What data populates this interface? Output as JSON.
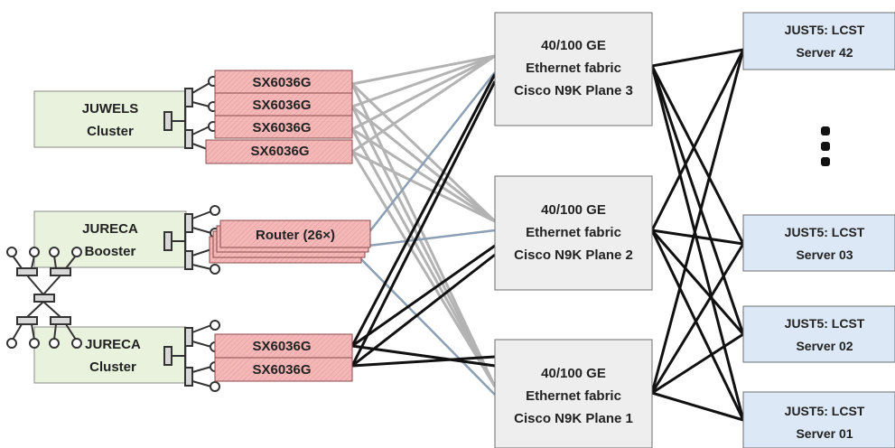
{
  "clusters": [
    {
      "line1": "JUWELS",
      "line2": "Cluster"
    },
    {
      "line1": "JURECA",
      "line2": "Booster"
    },
    {
      "line1": "JURECA",
      "line2": "Cluster"
    }
  ],
  "switches": {
    "juwels": [
      "SX6036G",
      "SX6036G",
      "SX6036G",
      "SX6036G"
    ],
    "booster": "Router (26×)",
    "jureca": [
      "SX6036G",
      "SX6036G"
    ]
  },
  "fabric_planes": [
    {
      "line1": "40/100 GE",
      "line2": "Ethernet fabric",
      "line3": "Cisco N9K Plane 3"
    },
    {
      "line1": "40/100 GE",
      "line2": "Ethernet fabric",
      "line3": "Cisco N9K Plane 2"
    },
    {
      "line1": "40/100 GE",
      "line2": "Ethernet fabric",
      "line3": "Cisco N9K Plane 1"
    }
  ],
  "servers": [
    {
      "line1": "JUST5: LCST",
      "line2": "Server 42"
    },
    {
      "line1": "JUST5: LCST",
      "line2": "Server 03"
    },
    {
      "line1": "JUST5: LCST",
      "line2": "Server 02"
    },
    {
      "line1": "JUST5: LCST",
      "line2": "Server 01"
    }
  ],
  "colors": {
    "cluster_fill": "#e9f2dc",
    "switch_fill": "#f4b8b8",
    "fabric_fill": "#eeeeee",
    "server_fill": "#dce8f5",
    "link_gray": "#b3b3b3",
    "link_blue": "#8c9fb5",
    "link_black": "#111111"
  }
}
